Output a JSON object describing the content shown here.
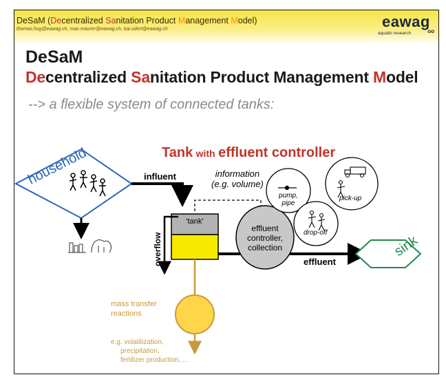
{
  "header": {
    "title_parts": [
      {
        "text": "DeSaM (",
        "color": "#3a2a00"
      },
      {
        "text": "De",
        "color": "#c0352a"
      },
      {
        "text": "centralized ",
        "color": "#3a2a00"
      },
      {
        "text": "Sa",
        "color": "#c0352a"
      },
      {
        "text": "nitation Product ",
        "color": "#3a2a00"
      },
      {
        "text": "M",
        "color": "#ff8c00"
      },
      {
        "text": "anagement ",
        "color": "#3a2a00"
      },
      {
        "text": "M",
        "color": "#ff8c00"
      },
      {
        "text": "odel)",
        "color": "#3a2a00"
      }
    ],
    "emails": "thomas.hug@eawag.ch, max.maurer@eawag.ch, kai.udert@eawag.ch",
    "logo_word": "eawag",
    "logo_sub": "aquatic research",
    "logo_drop": "oo"
  },
  "title": {
    "short": "DeSaM",
    "long_parts": [
      {
        "text": "De",
        "highlight": true
      },
      {
        "text": "centralized ",
        "highlight": false
      },
      {
        "text": "Sa",
        "highlight": true
      },
      {
        "text": "nitation Product Management ",
        "highlight": false
      },
      {
        "text": "M",
        "highlight": true
      },
      {
        "text": "odel",
        "highlight": false
      }
    ]
  },
  "subtitle": "--> a flexible system of connected tanks:",
  "diagram": {
    "heading_tank": "Tank",
    "heading_with": "with",
    "heading_rest": "effluent controller",
    "household": "household",
    "influent": "influent",
    "information_line1": "information",
    "information_line2": "(e.g. volume)",
    "tank": "'tank'",
    "overflow": "overflow",
    "controller_line1": "effluent",
    "controller_line2": "controller,",
    "controller_line3": "collection",
    "effluent": "effluent",
    "sink": "sink",
    "pump_line1": "pump,",
    "pump_line2": "pipe",
    "pickup": "pick-up",
    "dropoff": "drop-off",
    "mass_line1": "mass transfer",
    "mass_line2": "reactions",
    "eg_line1": "e.g. volatilization,",
    "eg_line2": "precipitation,",
    "eg_line3": "fertilizer production, ..."
  },
  "colors": {
    "red": "#c0352a",
    "blue_household": "#2b66b8",
    "green_sink": "#1f8a4c",
    "tank_yellow": "#f5ea00",
    "mass_orange": "#c79a3a",
    "controller_grey": "#c8c8c8"
  }
}
